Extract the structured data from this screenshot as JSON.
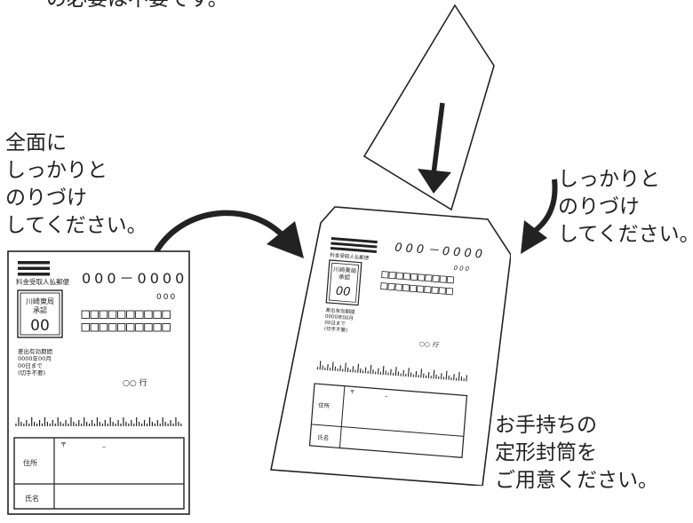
{
  "top_fragment": "の必要は不要です。",
  "left_instruction": [
    "全面に",
    "しっかりと",
    "のりづけ",
    "してください。"
  ],
  "right_instruction": [
    "しっかりと",
    "のりづけ",
    "してください。"
  ],
  "bottom_instruction": [
    "お手持ちの",
    "定形封筒を",
    "ご用意ください。"
  ],
  "mailer": {
    "postage_label": "料金受取人払郵便",
    "office": "川崎東局",
    "approval": "承認",
    "approval_no": "00",
    "postal_code": "000－0000",
    "sub_code": "000",
    "validity": [
      "差出有効期間",
      "0000年00月",
      "00日まで",
      "(切手不要)"
    ],
    "addressee": "○○ 行",
    "address_mark": "〒",
    "address_dash": "–",
    "address_label": "住所",
    "name_label": "氏名"
  },
  "colors": {
    "ink": "#222222",
    "paper": "#ffffff"
  }
}
